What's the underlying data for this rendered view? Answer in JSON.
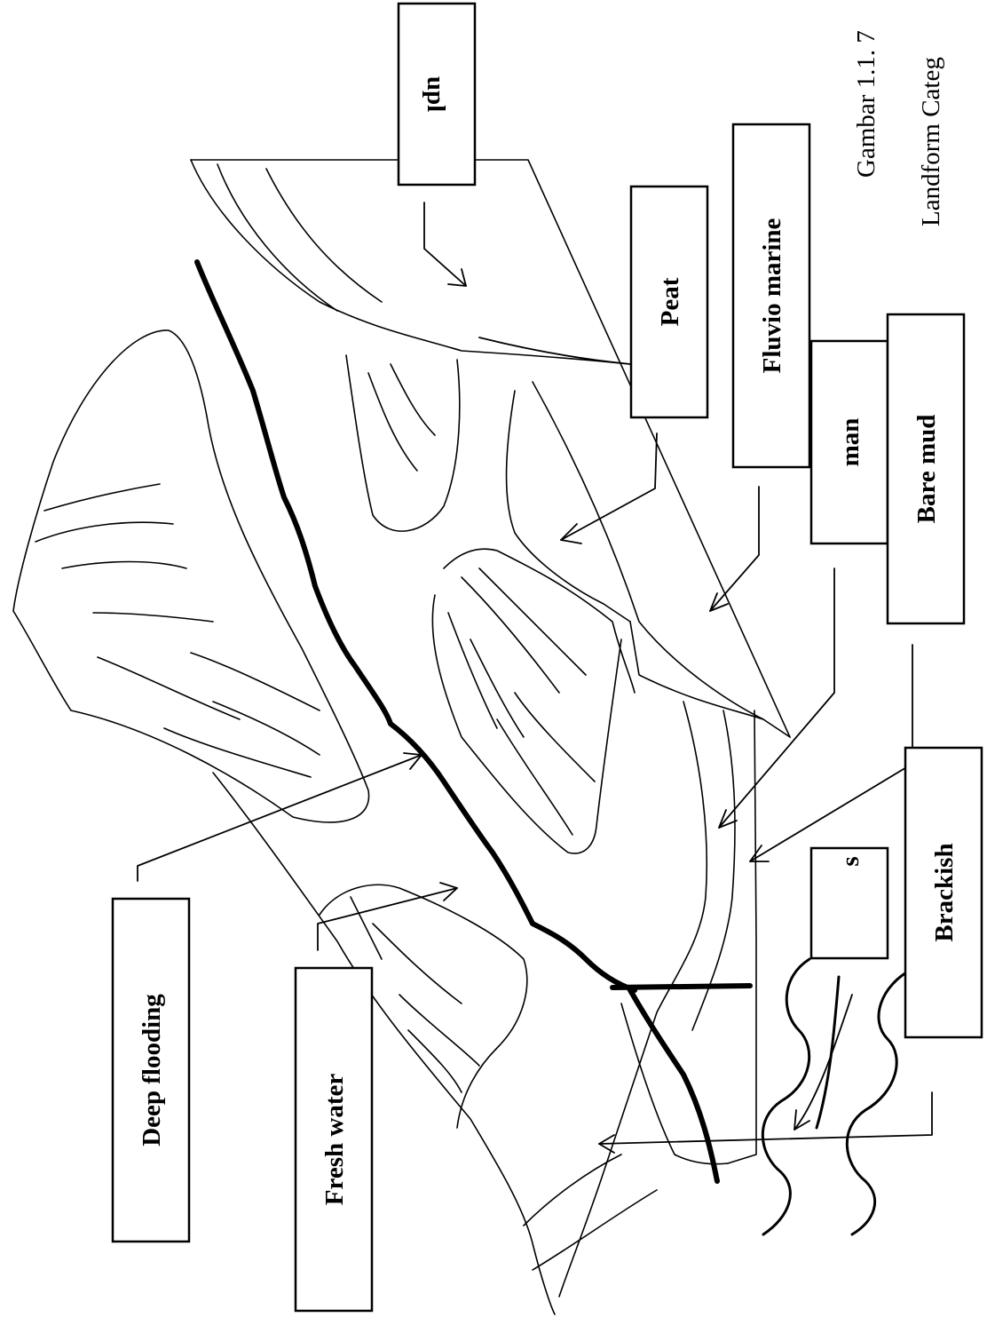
{
  "labels": {
    "upl": "upl",
    "peat": "Peat",
    "fluvio_marine": "Fluvio marine",
    "man": "man",
    "bare_mud": "Bare mud",
    "brackish": "Brackish",
    "small_box": "s",
    "deep_flooding": "Deep flooding",
    "fresh_water": "Fresh water"
  },
  "caption": {
    "line1": "Gambar 1.1. 7",
    "line2": "Landform Categ"
  },
  "colors": {
    "ink": "#000000",
    "paper": "#ffffff"
  }
}
